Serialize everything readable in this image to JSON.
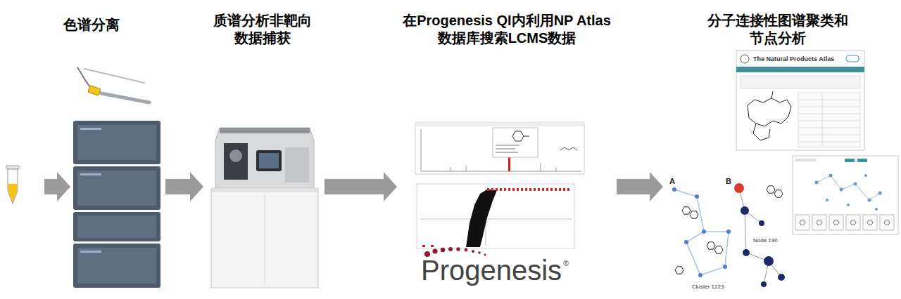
{
  "diagram": {
    "nodes": [
      {
        "text": [
          "色谱分离"
        ]
      },
      {
        "text": [
          "质谱分析非靶向 数据捕获"
        ]
      },
      {
        "text": [
          "在Progenesis QI内利用NP Atlas 数据库搜索LCMS数据"
        ]
      },
      {
        "text": [
          "分子连接性图谱聚类和 节点分析"
        ]
      }
    ],
    "edges": [
      {
        "from": 0,
        "to": 1,
        "arrow": "to"
      },
      {
        "from": 1,
        "to": 2,
        "arrow": "to"
      },
      {
        "from": 2,
        "to": 3,
        "arrow": "to"
      }
    ],
    "labels": [
      "Progenesis",
      "®",
      "The Natural Products Atlas",
      "A",
      "B",
      "Cluster 1223",
      "Node 190"
    ]
  }
}
